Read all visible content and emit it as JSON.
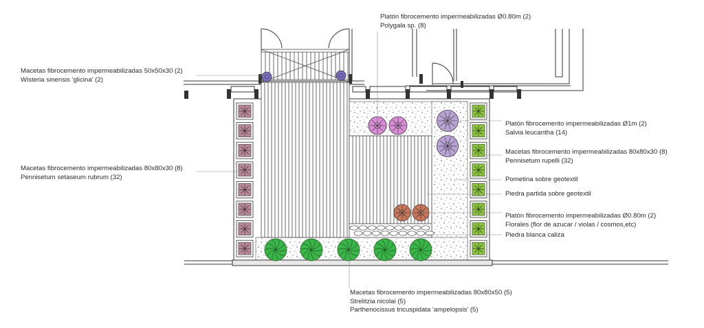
{
  "colors": {
    "line": "#3a3a3a",
    "pink": "#d98cd6",
    "lavender": "#b9a3d6",
    "terracotta": "#c9765a",
    "green": "#39b54a",
    "lime": "#8cc63f",
    "rosePot": "#b98a9a",
    "purpleShrub": "#7b6fc4"
  },
  "labels": {
    "top_platon": [
      "Platón fibrocemento impermeabilizadas Ø0.80m (2)",
      "Polygala sp. (8)"
    ],
    "wisteria": [
      "Macetas fibrocemento impermeabilizadas 50x50x30 (2)",
      "Wisteria sinensis 'glicina' (2)"
    ],
    "pennisetum_setaseum": [
      "Macetas fibrocemento impermeabilizadas 80x80x30 (8)",
      "Pennisetum setaseum rubrum (32)"
    ],
    "salvia": [
      "Platón fibrocemento impermeabilizadas Ø1m  (2)",
      "Salvia leucantha (14)"
    ],
    "pennisetum_rupelli": [
      "Macetas fibrocemento impermeabilizadas 80x80x30 (8)",
      "Pennisetum rupelli (32)"
    ],
    "pometina": [
      "Pometina sobre geotextil"
    ],
    "piedra_partida": [
      "Piedra partida sobre geotextil"
    ],
    "florales": [
      "Platón fibrocemento impermeabilizadas Ø0.80m (2)",
      "Florales (flor de azucar / violas / cosmos,etc)"
    ],
    "piedra_blanca": [
      "Piedra blanca caliza"
    ],
    "strelitzia": [
      "Macetas fibrocemento impermeabilizadas 80x80x50 (5)",
      "Strelitzia nicolai (5)",
      "Parthenocissus tricuspidata 'ampelopsis' (5)"
    ]
  }
}
